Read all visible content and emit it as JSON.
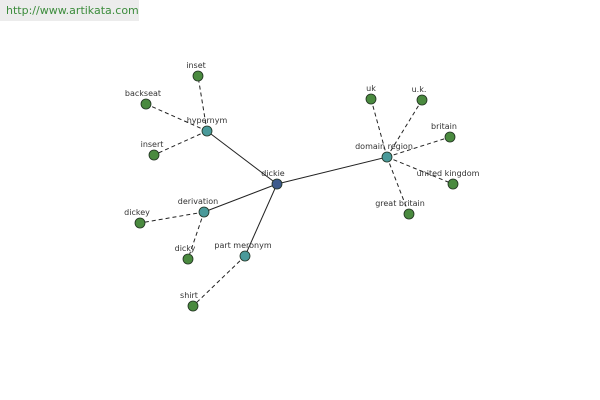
{
  "header": {
    "url": "http://www.artikata.com"
  },
  "colors": {
    "link_text": "#3c8c3c",
    "header_bg": "#ececec",
    "center_node": "#3d5a8c",
    "relation_node": "#4a9a9a",
    "leaf_node": "#4a8a3f",
    "edge": "#222222"
  },
  "graph": {
    "center": {
      "id": "dickie",
      "label": "dickie"
    },
    "relations": [
      {
        "id": "hypernym",
        "label": "hypernym",
        "words": [
          {
            "id": "inset",
            "label": "inset"
          },
          {
            "id": "backseat",
            "label": "backseat"
          },
          {
            "id": "insert",
            "label": "insert"
          }
        ]
      },
      {
        "id": "derivation",
        "label": "derivation",
        "words": [
          {
            "id": "dickey",
            "label": "dickey"
          },
          {
            "id": "dicky",
            "label": "dicky"
          }
        ]
      },
      {
        "id": "part_meronym",
        "label": "part meronym",
        "words": [
          {
            "id": "shirt",
            "label": "shirt"
          }
        ]
      },
      {
        "id": "domain_region",
        "label": "domain region",
        "words": [
          {
            "id": "uk",
            "label": "uk"
          },
          {
            "id": "u_k",
            "label": "u.k."
          },
          {
            "id": "britain",
            "label": "britain"
          },
          {
            "id": "united_kingdom",
            "label": "united kingdom"
          },
          {
            "id": "great_britain",
            "label": "great britain"
          }
        ]
      }
    ]
  }
}
